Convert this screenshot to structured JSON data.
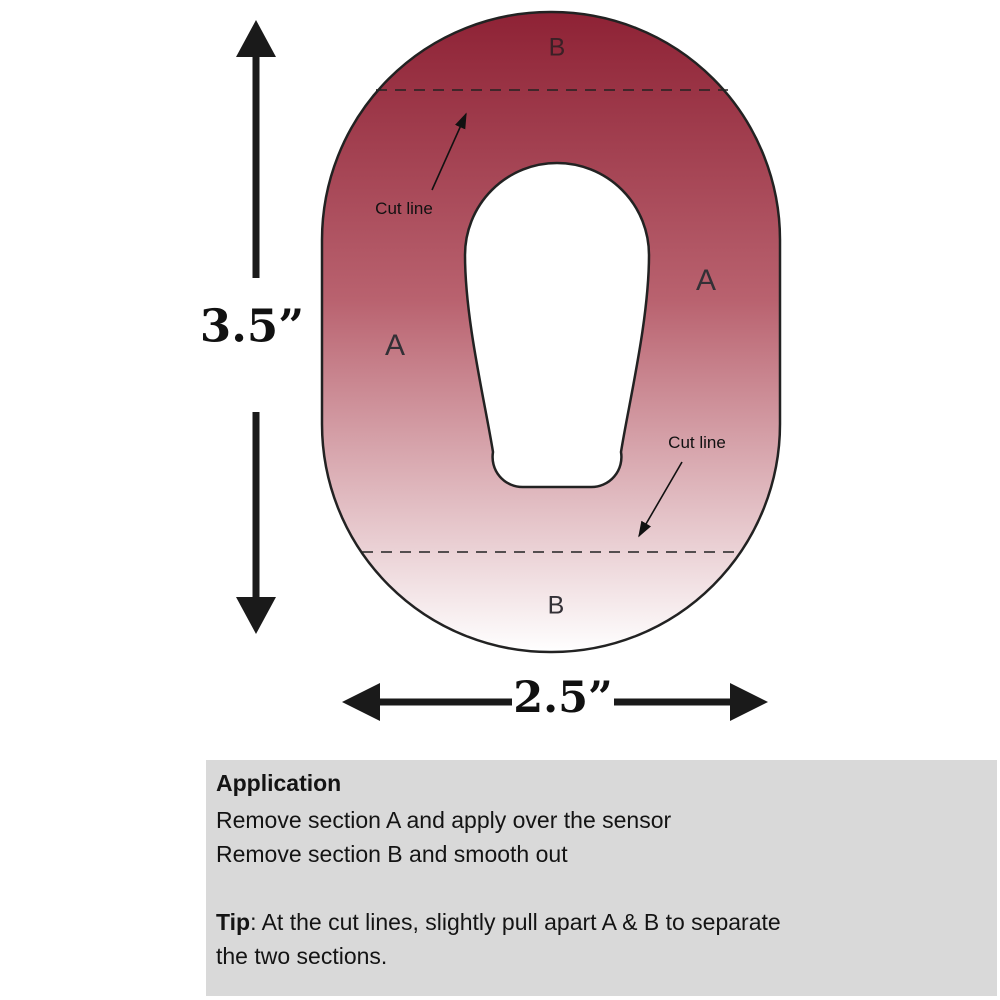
{
  "patch": {
    "section_b_top": "B",
    "section_a_left": "A",
    "section_a_right": "A",
    "section_b_bottom": "B",
    "cut_line_top_label": "Cut line",
    "cut_line_bottom_label": "Cut line"
  },
  "dimensions": {
    "height_label": "3.5”",
    "width_label": "2.5”"
  },
  "instructions": {
    "title": "Application",
    "line1": "Remove section A and apply over the sensor",
    "line2": "Remove section B and smooth out",
    "tip_label": "Tip",
    "tip_rest": ": At the cut lines, slightly pull apart A & B to separate the two sections."
  },
  "colors": {
    "patch_top": "#8e2235",
    "patch_mid": "#b9626f",
    "patch_bottom": "#ffffff",
    "outline": "#222222",
    "info_box_bg": "#d9d9d9",
    "arrow": "#1a1a1a"
  }
}
